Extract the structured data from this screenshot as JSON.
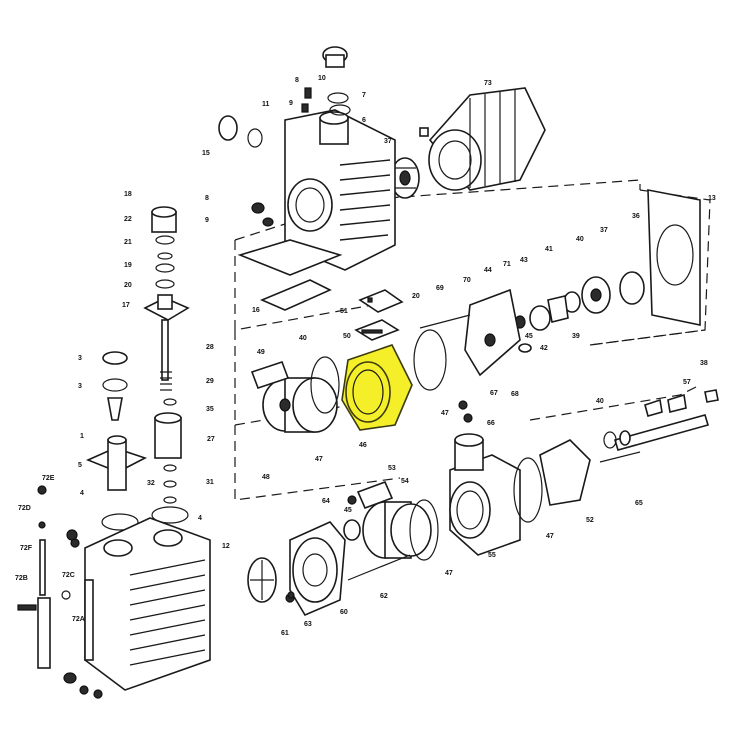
{
  "diagram": {
    "highlight_color": "#f5ef2a",
    "highlighted_part": "46",
    "labels": [
      "1",
      "3",
      "3",
      "4",
      "4",
      "5",
      "6",
      "7",
      "8",
      "8",
      "9",
      "9",
      "10",
      "11",
      "12",
      "13",
      "15",
      "16",
      "17",
      "18",
      "19",
      "20",
      "20",
      "21",
      "22",
      "27",
      "28",
      "29",
      "31",
      "32",
      "35",
      "36",
      "37",
      "37",
      "38",
      "39",
      "40",
      "40",
      "40",
      "41",
      "42",
      "43",
      "44",
      "45",
      "45",
      "46",
      "47",
      "47",
      "47",
      "47",
      "48",
      "49",
      "50",
      "51",
      "52",
      "53",
      "54",
      "55",
      "57",
      "60",
      "61",
      "62",
      "63",
      "64",
      "65",
      "66",
      "67",
      "68",
      "69",
      "70",
      "71",
      "72A",
      "72B",
      "72C",
      "72D",
      "72E",
      "72F",
      "73"
    ]
  }
}
